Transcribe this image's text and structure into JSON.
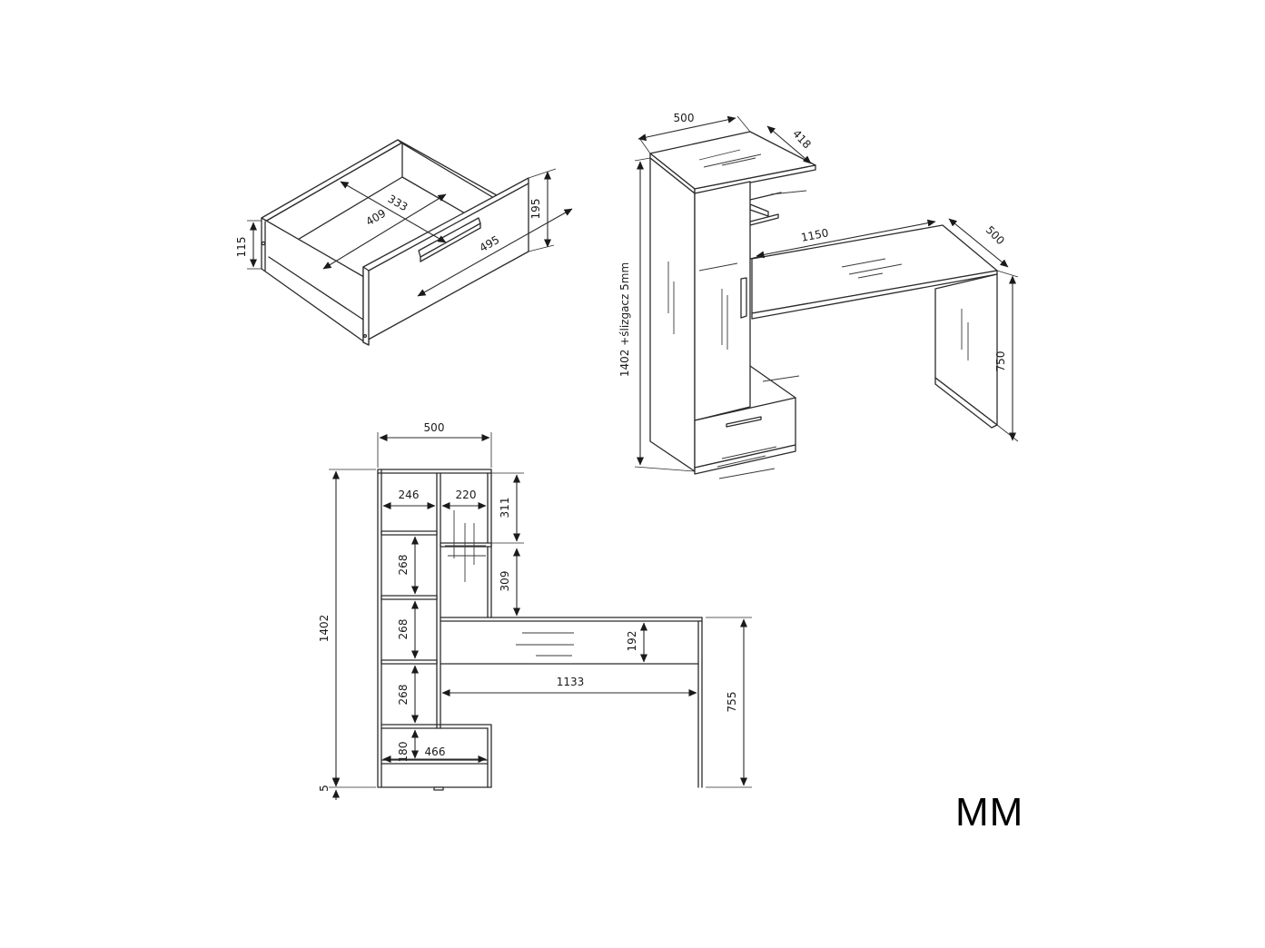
{
  "drawer": {
    "dims": {
      "w_inner": "333",
      "depth_inner": "409",
      "front_w": "495",
      "front_h": "195",
      "side_h": "115"
    }
  },
  "perspective": {
    "dims": {
      "top_w": "500",
      "top_d": "418",
      "desk_w": "1150",
      "desk_d": "500",
      "height": "1402 +ślizgacz 5mm",
      "desk_h": "750"
    }
  },
  "front": {
    "dims": {
      "total_w": "500",
      "total_h": "1402",
      "glide": "5",
      "col_left": "246",
      "col_right": "220",
      "top_compartment": "311",
      "mid_compartment": "309",
      "shelf1": "268",
      "shelf2": "268",
      "shelf3": "268",
      "bottom_h": "180",
      "bottom_w": "466",
      "desk_apron": "192",
      "desk_span": "1133",
      "desk_h": "755"
    }
  },
  "unit_label": "MM"
}
